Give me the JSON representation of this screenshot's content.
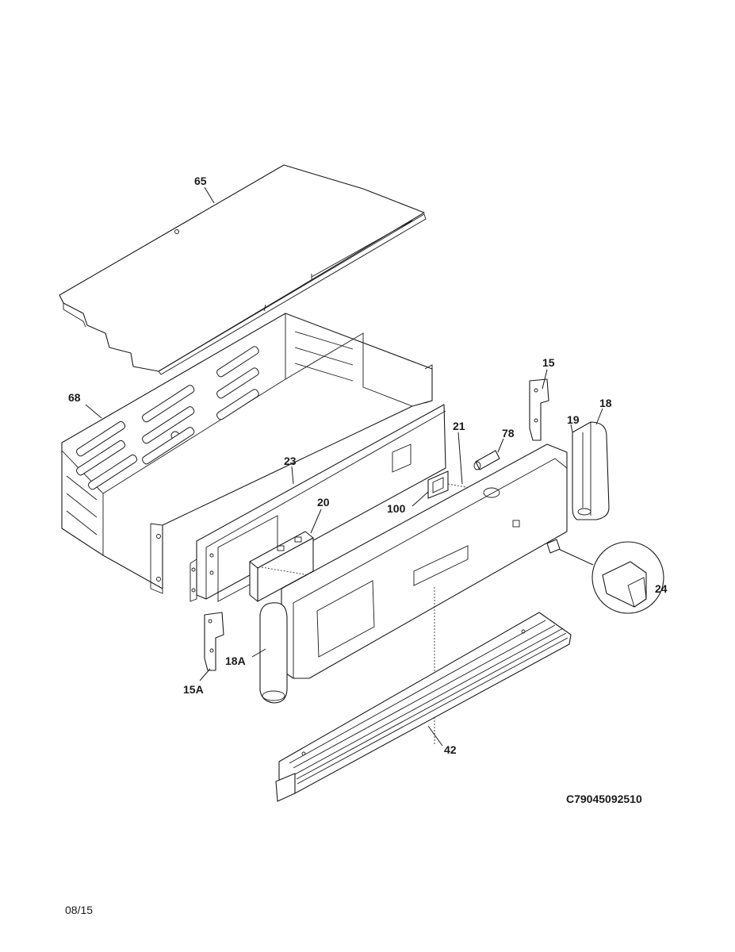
{
  "diagram": {
    "callouts": {
      "c65": "65",
      "c68": "68",
      "c23": "23",
      "c20": "20",
      "c100": "100",
      "c21": "21",
      "c78": "78",
      "c15": "15",
      "c19": "19",
      "c18": "18",
      "c24": "24",
      "c18a": "18A",
      "c15a": "15A",
      "c42": "42"
    },
    "drawing_code": "C79045092510",
    "date": "08/15"
  }
}
